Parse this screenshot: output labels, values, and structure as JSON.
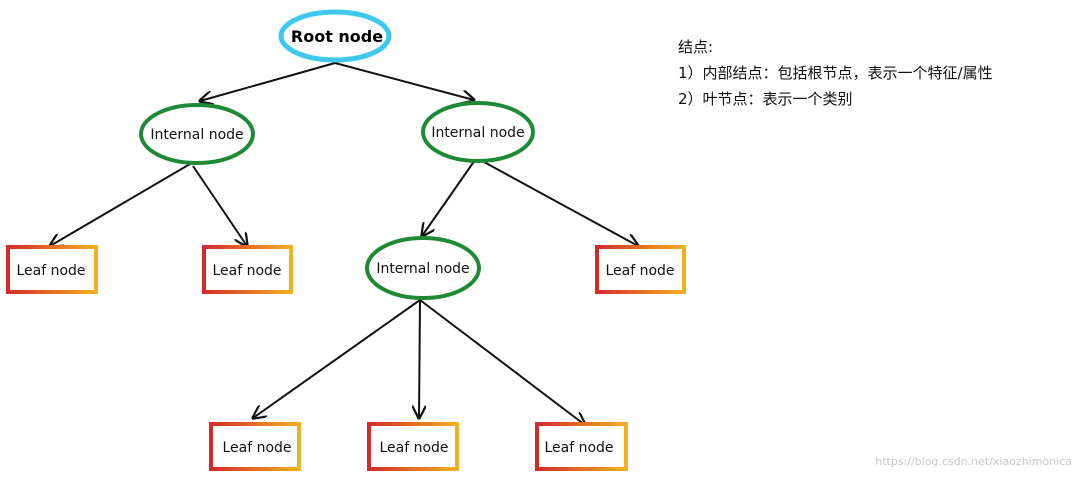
{
  "tree": {
    "root": {
      "label": "Root node"
    },
    "internal_nodes": [
      {
        "label": "Internal node"
      },
      {
        "label": "Internal node"
      },
      {
        "label": "Internal node"
      }
    ],
    "leaf_nodes": [
      {
        "label": "Leaf node"
      },
      {
        "label": "Leaf node"
      },
      {
        "label": "Leaf node"
      },
      {
        "label": "Leaf node"
      },
      {
        "label": "Leaf node"
      },
      {
        "label": "Leaf node"
      }
    ]
  },
  "legend": {
    "title": "结点:",
    "item_1": "1）内部结点：包括根节点，表示一个特征/属性",
    "item_2": "2）叶节点：表示一个类别"
  },
  "watermark": "https://blog.csdn.net/xiaozhimonica",
  "colors": {
    "root_border": "#3ec8f0",
    "internal_border": "#1e8a36",
    "leaf_border_start": "#d42a2a",
    "leaf_border_end": "#f2b01e",
    "edge": "#111111"
  }
}
